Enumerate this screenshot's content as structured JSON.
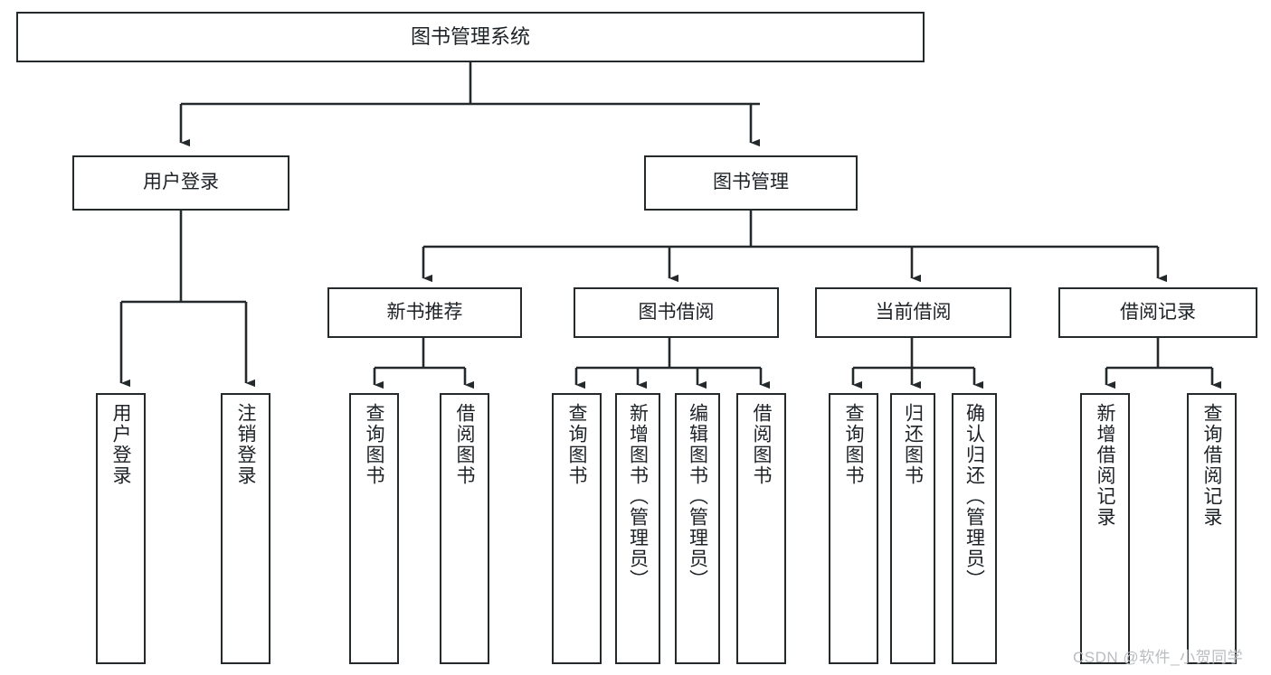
{
  "diagram": {
    "title": "图书管理系统",
    "type": "tree-hierarchy-diagram",
    "watermark": "CSDN @软件_小贺同学",
    "colors": {
      "box_border": "#24292b",
      "box_fill": "#ffffff",
      "edge": "#24292b",
      "text": "#1d2226",
      "watermark": "#b9bcc0",
      "background": "#ffffff"
    },
    "nodes": {
      "root": {
        "label": "图书管理系统"
      },
      "level2": [
        {
          "id": "user-login",
          "label": "用户登录"
        },
        {
          "id": "book-manage",
          "label": "图书管理"
        }
      ],
      "level3": [
        {
          "id": "new-book-recommend",
          "label": "新书推荐"
        },
        {
          "id": "book-borrow",
          "label": "图书借阅"
        },
        {
          "id": "current-borrow",
          "label": "当前借阅"
        },
        {
          "id": "borrow-record",
          "label": "借阅记录"
        }
      ],
      "leaves": {
        "user-login": [
          {
            "id": "leaf-user-login",
            "label": "用户登录"
          },
          {
            "id": "leaf-logout-login",
            "label": "注销登录"
          }
        ],
        "new-book-recommend": [
          {
            "id": "leaf-query-book-1",
            "label": "查询图书"
          },
          {
            "id": "leaf-borrow-book-1",
            "label": "借阅图书"
          }
        ],
        "book-borrow": [
          {
            "id": "leaf-query-book-2",
            "label": "查询图书"
          },
          {
            "id": "leaf-add-book-admin",
            "label": "新增图书（管理员）"
          },
          {
            "id": "leaf-edit-book-admin",
            "label": "编辑图书（管理员）"
          },
          {
            "id": "leaf-borrow-book-2",
            "label": "借阅图书"
          }
        ],
        "current-borrow": [
          {
            "id": "leaf-query-book-3",
            "label": "查询图书"
          },
          {
            "id": "leaf-return-book",
            "label": "归还图书"
          },
          {
            "id": "leaf-confirm-return-admin",
            "label": "确认归还（管理员）"
          }
        ],
        "borrow-record": [
          {
            "id": "leaf-add-borrow-record",
            "label": "新增借阅记录"
          },
          {
            "id": "leaf-query-borrow-record",
            "label": "查询借阅记录"
          }
        ]
      }
    }
  }
}
